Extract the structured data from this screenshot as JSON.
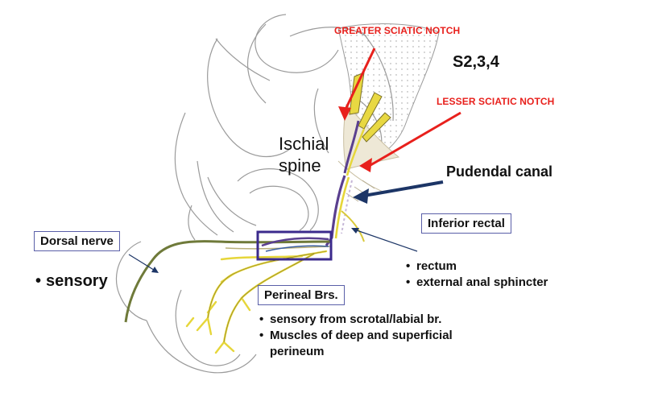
{
  "labels": {
    "greater_sciatic_notch": "GREATER SCIATIC NOTCH",
    "lesser_sciatic_notch": "LESSER SCIATIC NOTCH",
    "roots": "S2,3,4",
    "ischial_line1": "Ischial",
    "ischial_line2": "spine",
    "pudendal_canal": "Pudendal canal",
    "inferior_rectal": "Inferior rectal",
    "dorsal_nerve": "Dorsal nerve",
    "perineal_brs": "Perineal Brs."
  },
  "bullets": {
    "dorsal": [
      "sensory"
    ],
    "inferior_rectal": [
      "rectum",
      "external anal sphincter"
    ],
    "perineal": [
      "sensory from scrotal/labial br.",
      "Muscles of deep and superficial",
      "perineum"
    ]
  },
  "colors": {
    "annotation_red": "#e8201c",
    "canal_arrow_navy": "#1c3566",
    "box_purple": "#3b2a8c",
    "nerve_olive": "#6f7a3a",
    "nerve_yellow": "#e6d63a",
    "vessel_purple": "#5a3f8f"
  }
}
